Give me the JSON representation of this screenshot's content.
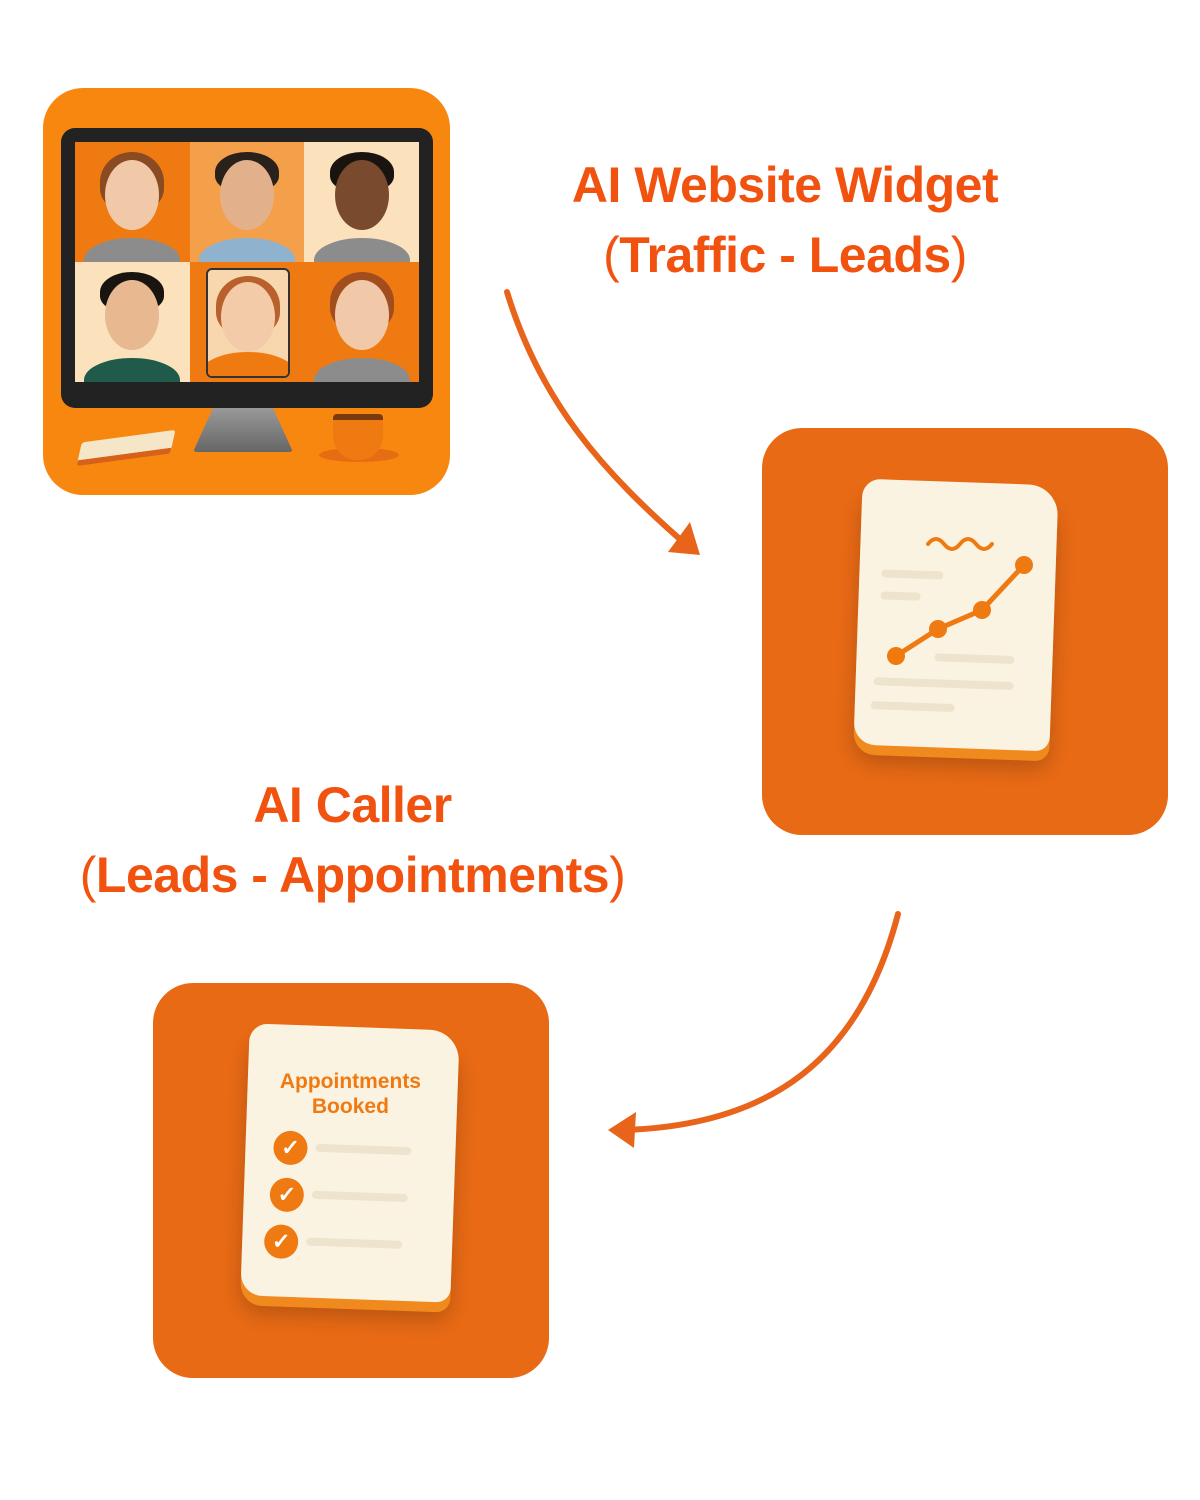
{
  "steps": [
    {
      "title": "AI Website Widget",
      "subtitle_open": "(",
      "subtitle": "Traffic - Leads",
      "subtitle_close": ")"
    },
    {
      "title": "AI Caller",
      "subtitle_open": "(",
      "subtitle": "Leads - Appointments",
      "subtitle_close": ")"
    }
  ],
  "appointments_card": {
    "label_line1": "Appointments",
    "label_line2": "Booked"
  },
  "colors": {
    "accent": "#F2520F",
    "card": "#E86A15",
    "monitor_card": "#F7870F",
    "paper": "#FBF3E2"
  }
}
